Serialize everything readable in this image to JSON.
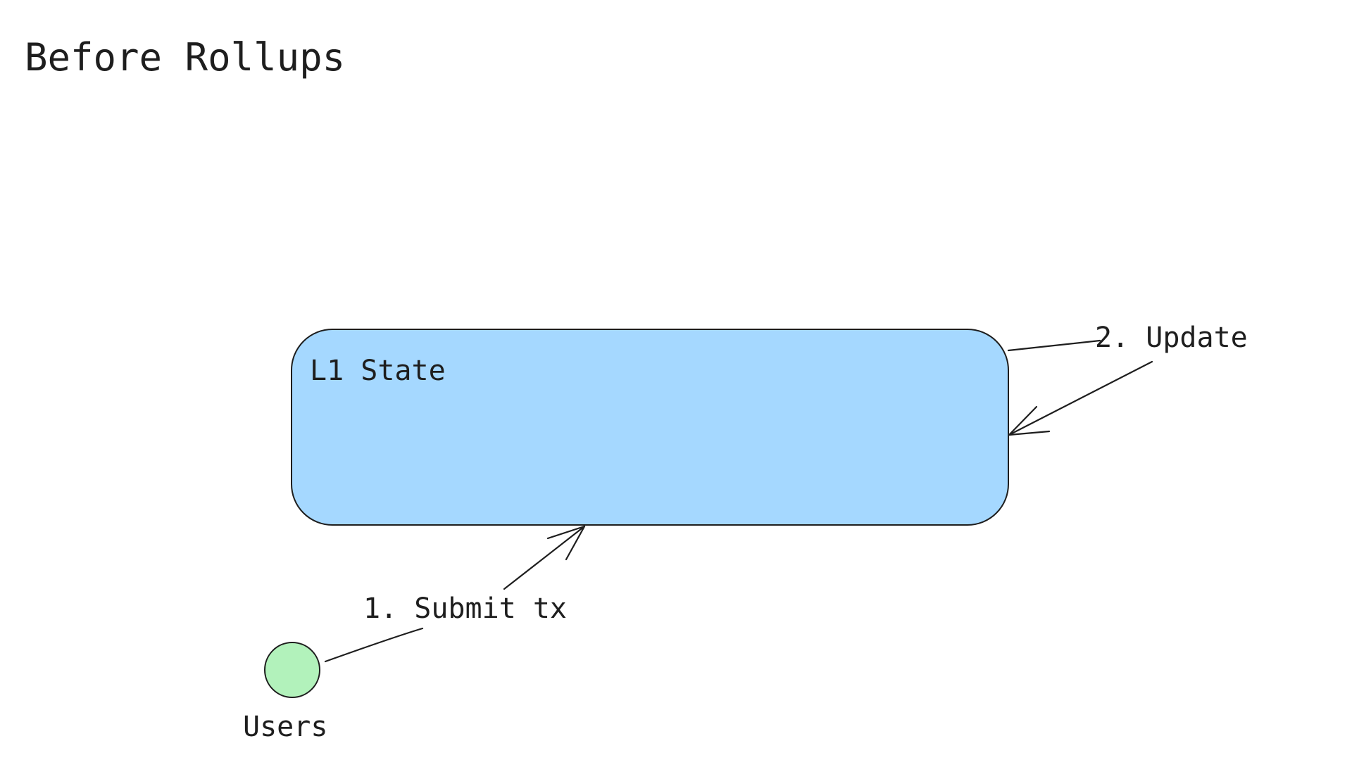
{
  "title": "Before Rollups",
  "nodes": {
    "l1_state": {
      "label": "L1 State",
      "fill": "#a5d8ff",
      "stroke": "#1e1e1e"
    },
    "users": {
      "label": "Users",
      "fill": "#b2f2bb",
      "stroke": "#1e1e1e"
    }
  },
  "edges": {
    "submit": {
      "label": "1. Submit tx",
      "from": "Users",
      "to": "L1 State"
    },
    "update": {
      "label": "2. Update",
      "from": "L1 State",
      "to": "L1 State"
    }
  }
}
